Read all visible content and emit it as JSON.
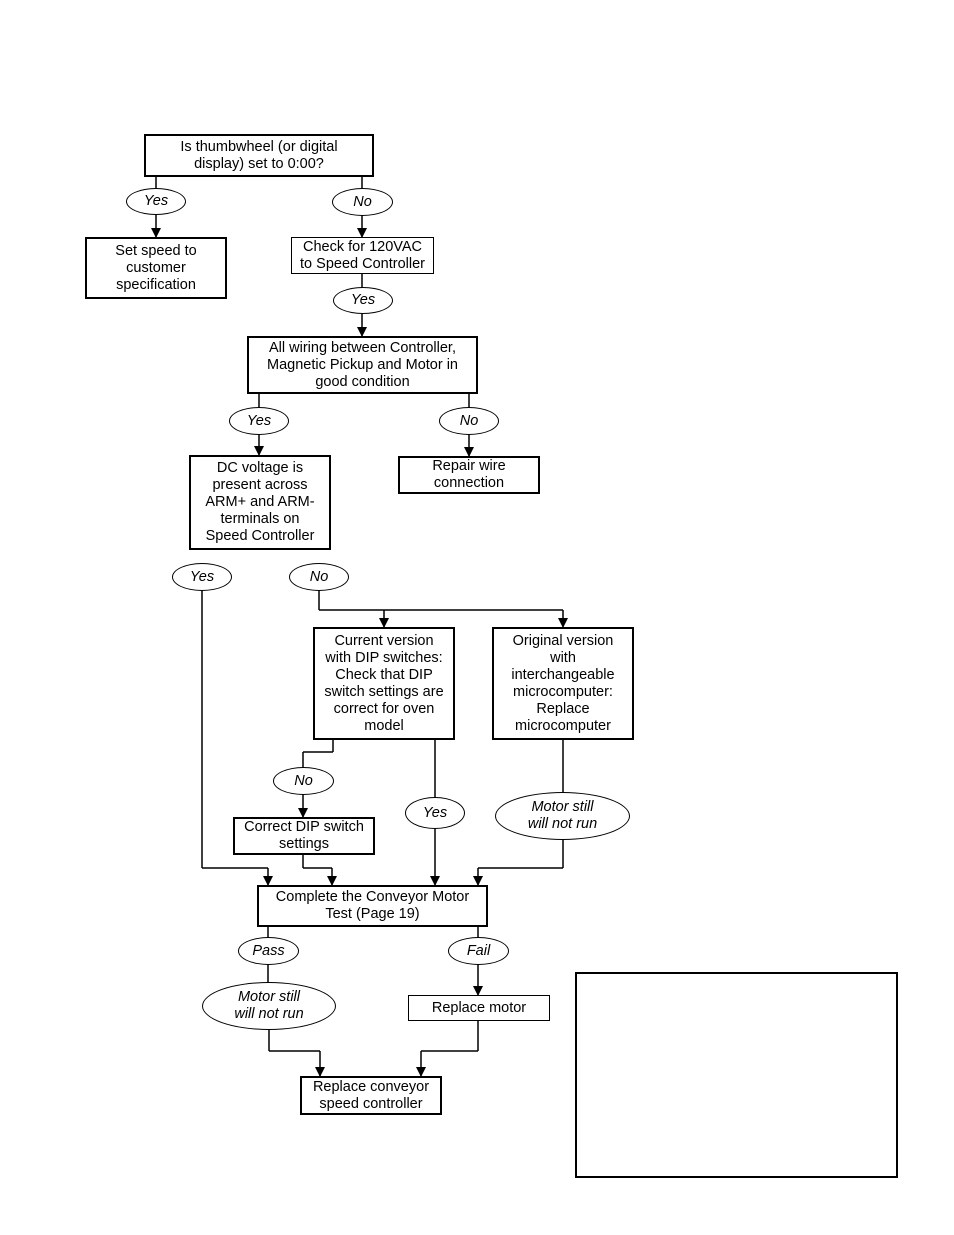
{
  "nodes": {
    "q_thumbwheel": "Is thumbwheel (or digital\ndisplay) set to 0:00?",
    "set_speed": "Set speed to\ncustomer\nspecification",
    "check_120vac": "Check for 120VAC\nto Speed Controller",
    "wiring_ok": "All wiring between Controller,\nMagnetic Pickup and Motor in\ngood condition",
    "repair_wire": "Repair wire\nconnection",
    "dc_voltage": "DC voltage is\npresent across\nARM+ and ARM-\nterminals on\nSpeed Controller",
    "current_version": "Current version\nwith DIP switches:\nCheck that DIP\nswitch settings are\ncorrect for oven\nmodel",
    "original_version": "Original version\nwith\ninterchangeable\nmicrocomputer:\nReplace\nmicrocomputer",
    "correct_dip": "Correct DIP switch\nsettings",
    "motor_test": "Complete the Conveyor Motor\nTest (Page 19)",
    "replace_motor": "Replace motor",
    "replace_controller": "Replace conveyor\nspeed controller"
  },
  "labels": {
    "yes": "Yes",
    "no": "No",
    "pass": "Pass",
    "fail": "Fail",
    "motor_still": "Motor still\nwill not run"
  }
}
